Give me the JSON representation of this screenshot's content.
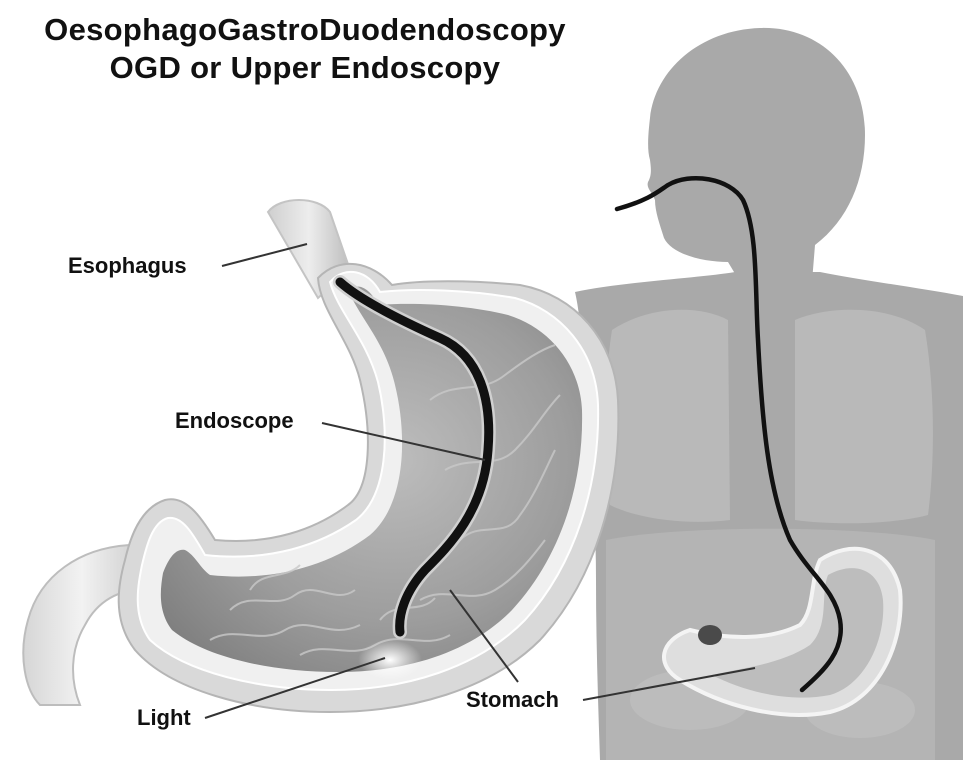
{
  "title": {
    "line1": "OesophagoGastroDuodendoscopy",
    "line2": "OGD or Upper Endoscopy"
  },
  "labels": {
    "esophagus": "Esophagus",
    "endoscope": "Endoscope",
    "light": "Light",
    "stomach": "Stomach"
  },
  "colors": {
    "body_silhouette": "#a9a9a9",
    "torso_inner": "#c2c2c2",
    "stomach_wall": "#d9d9d9",
    "stomach_lining": "#efefef",
    "stomach_interior": "#a3a3a3",
    "endoscope_tube": "#111111",
    "leader_line": "#333333",
    "text": "#111111"
  }
}
